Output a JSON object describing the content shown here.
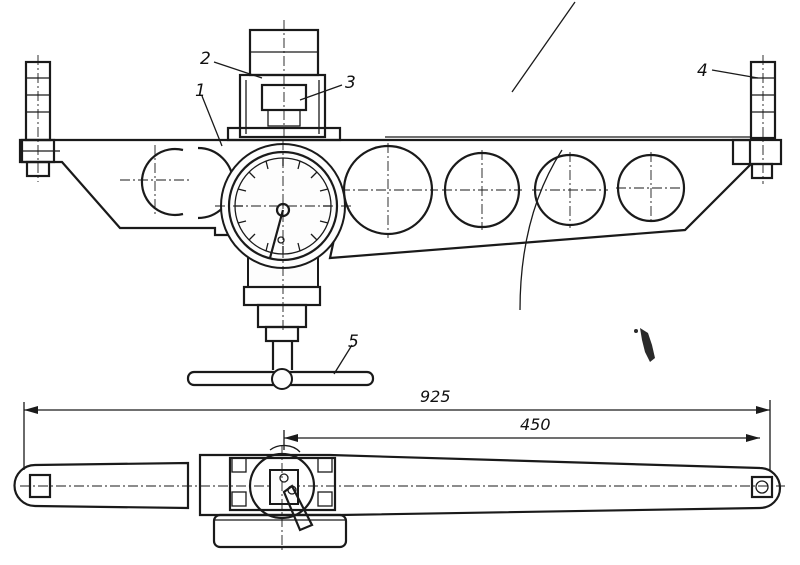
{
  "labels": {
    "part_1": "1",
    "part_2": "2",
    "part_3": "3",
    "part_4": "4",
    "part_5": "5"
  },
  "dimensions": {
    "overall_length": "925",
    "support_span": "450"
  },
  "colors": {
    "ink": "#1a1a1a",
    "paper": "#ffffff"
  }
}
